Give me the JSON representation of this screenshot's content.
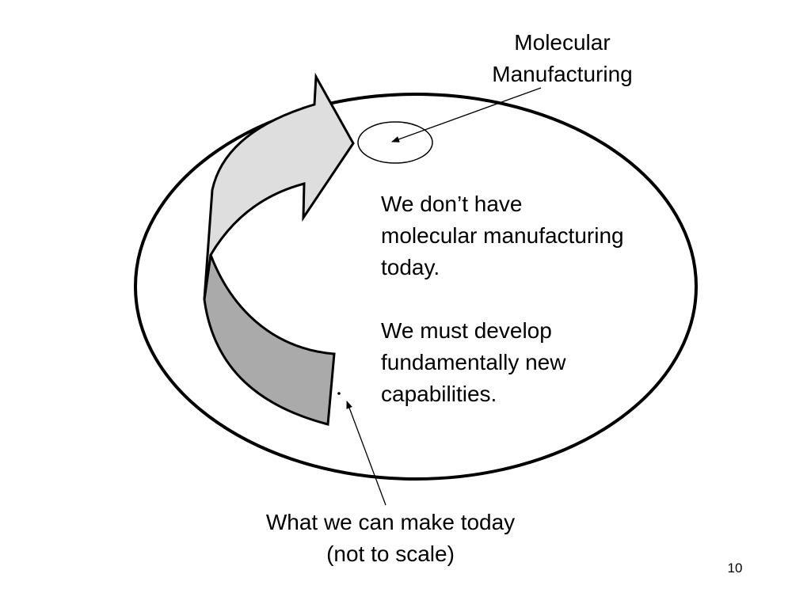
{
  "slide": {
    "top_label": {
      "line1": "Molecular",
      "line2": "Manufacturing"
    },
    "body_text": {
      "para1_line1": "We don’t have",
      "para1_line2": "molecular manufacturing",
      "para1_line3": "today.",
      "para2_line1": "We must develop",
      "para2_line2": "fundamentally new",
      "para2_line3": "capabilities."
    },
    "bottom_label": {
      "line1": "What we can make today",
      "line2": "(not to scale)"
    },
    "page_number": "10"
  },
  "colors": {
    "outline": "#000000",
    "arrow_upper_fill": "#dedede",
    "arrow_lower_fill": "#aaaaaa",
    "background": "#ffffff"
  }
}
